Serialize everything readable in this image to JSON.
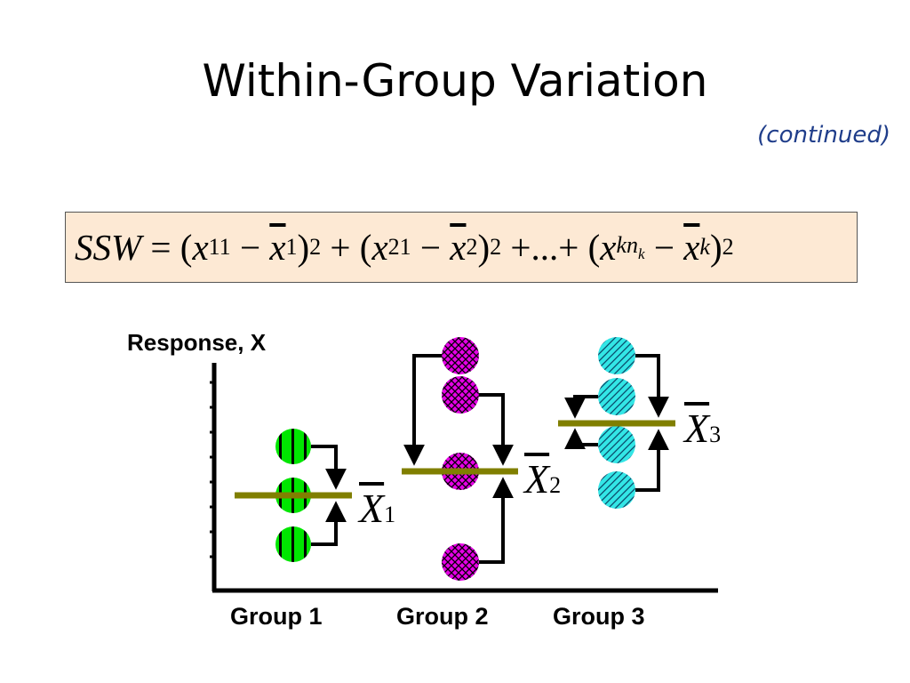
{
  "title": "Within-Group Variation",
  "subtitle": "(continued)",
  "formula": {
    "lhs": "SSW",
    "eq": "=",
    "t1_open": "(",
    "t1_x": "x",
    "t1_sub": "11",
    "minus": "−",
    "t1_mean": "x",
    "t1_mean_sub": "1",
    "close": ")",
    "sq": "2",
    "plus": "+",
    "t2_x": "x",
    "t2_sub": "21",
    "t2_mean": "x",
    "t2_mean_sub": "2",
    "ellipsis": "...",
    "tk_x": "x",
    "tk_sub": "kn",
    "tk_subsub": "k",
    "tk_mean": "x",
    "tk_mean_sub": "k"
  },
  "diagram": {
    "y_axis_label": "Response, X",
    "groups": [
      {
        "label": "Group 1",
        "mean_symbol": "X",
        "mean_sub": "1",
        "color": "#00e600",
        "pattern": "vertical-lines",
        "point_count": 3
      },
      {
        "label": "Group 2",
        "mean_symbol": "X",
        "mean_sub": "2",
        "color": "#e600e6",
        "pattern": "crosshatch",
        "point_count": 4
      },
      {
        "label": "Group 3",
        "mean_symbol": "X",
        "mean_sub": "3",
        "color": "#33e6e6",
        "pattern": "diagonal-lines",
        "point_count": 4
      }
    ],
    "mean_line_color": "#807f00"
  }
}
